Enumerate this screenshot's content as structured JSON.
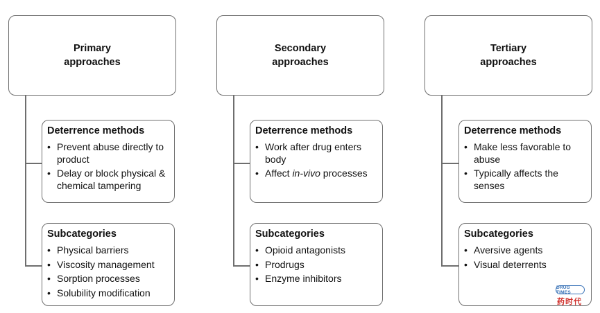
{
  "columns": [
    {
      "title_line1": "Primary",
      "title_line2": "approaches",
      "deterrence": {
        "heading": "Deterrence methods",
        "items": [
          "Prevent abuse directly to product",
          "Delay or block physical & chemical tampering"
        ]
      },
      "subcategories": {
        "heading": "Subcategories",
        "items": [
          "Physical barriers",
          "Viscosity management",
          "Sorption processes",
          "Solubility modification"
        ]
      }
    },
    {
      "title_line1": "Secondary",
      "title_line2": "approaches",
      "deterrence": {
        "heading": "Deterrence methods",
        "items": [
          "Work after drug enters body",
          "Affect in-vivo processes"
        ]
      },
      "subcategories": {
        "heading": "Subcategories",
        "items": [
          "Opioid antagonists",
          "Prodrugs",
          "Enzyme inhibitors"
        ]
      }
    },
    {
      "title_line1": "Tertiary",
      "title_line2": "approaches",
      "deterrence": {
        "heading": "Deterrence methods",
        "items": [
          "Make less favorable to abuse",
          "Typically affects the senses"
        ]
      },
      "subcategories": {
        "heading": "Subcategories",
        "items": [
          "Aversive agents",
          "Visual deterrents"
        ]
      }
    }
  ],
  "watermark": {
    "badge_text": "DRUG TIMES",
    "chinese_text": "药时代"
  }
}
